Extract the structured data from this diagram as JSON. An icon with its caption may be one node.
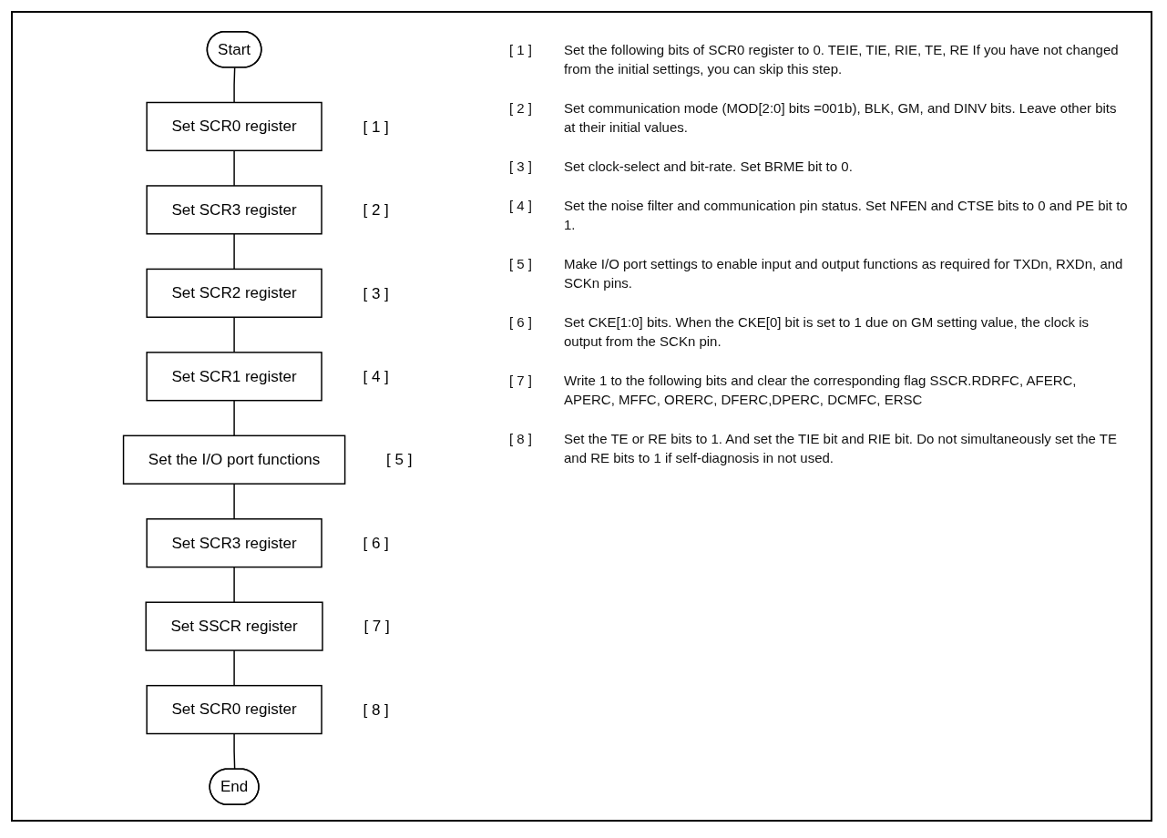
{
  "diagram": {
    "nodes": [
      {
        "text": [
          "Start"
        ]
      },
      {
        "text": [
          "Set SCR0 register"
        ],
        "beside": [
          "[ 1 ]"
        ]
      },
      {
        "text": [
          "Set SCR3 register"
        ],
        "beside": [
          "[ 2 ]"
        ]
      },
      {
        "text": [
          "Set SCR2 register"
        ],
        "beside": [
          "[ 3 ]"
        ]
      },
      {
        "text": [
          "Set SCR1 register"
        ],
        "beside": [
          "[ 4 ]"
        ]
      },
      {
        "text": [
          "Set the I/O port functions"
        ],
        "beside": [
          "[ 5 ]"
        ]
      },
      {
        "text": [
          "Set SCR3 register"
        ],
        "beside": [
          "[ 6 ]"
        ]
      },
      {
        "text": [
          "Set SSCR register"
        ],
        "beside": [
          "[ 7 ]"
        ]
      },
      {
        "text": [
          "Set SCR0 register"
        ],
        "beside": [
          "[ 8 ]"
        ]
      },
      {
        "text": [
          "End"
        ]
      }
    ],
    "edges": [
      {
        "from": 0,
        "to": 1,
        "arrow": "none"
      },
      {
        "from": 1,
        "to": 2,
        "arrow": "none"
      },
      {
        "from": 2,
        "to": 3,
        "arrow": "none"
      },
      {
        "from": 3,
        "to": 4,
        "arrow": "none"
      },
      {
        "from": 4,
        "to": 5,
        "arrow": "none"
      },
      {
        "from": 5,
        "to": 6,
        "arrow": "none"
      },
      {
        "from": 6,
        "to": 7,
        "arrow": "none"
      },
      {
        "from": 7,
        "to": 8,
        "arrow": "none"
      },
      {
        "from": 8,
        "to": 9,
        "arrow": "none"
      }
    ],
    "labels": [
      "[ 1 ]",
      "Set the following bits of SCR0 register to 0. TEIE, TIE, RIE, TE, RE If you have not changed from the initial settings, you can skip this step.",
      "[ 2 ]",
      "Set communication mode (MOD[2:0] bits =001b), BLK, GM, and DINV bits. Leave other bits at their initial values.",
      "[ 3 ]",
      "Set clock-select and bit-rate. Set BRME bit to 0.",
      "[ 4 ]",
      "Set the noise filter and communication pin status. Set NFEN and CTSE bits to 0 and PE bit to 1.",
      "[ 5 ]",
      "Make I/O port settings to enable input and output functions as required for TXDn, RXDn, and SCKn pins.",
      "[ 6 ]",
      "Set CKE[1:0] bits. When the CKE[0] bit is set to 1 due on GM setting value, the clock is output from the SCKn pin.",
      "[ 7 ]",
      "Write 1 to the following bits and clear the corresponding flag SSCR.RDRFC, AFERC, APERC, MFFC, ORERC, DFERC,DPERC, DCMFC, ERSC",
      "[ 8 ]",
      "Set the TE or RE bits to 1. And set the TIE bit and RIE bit. Do not simultaneously set the TE and RE bits to 1 if self-diagnosis in not used."
    ]
  }
}
